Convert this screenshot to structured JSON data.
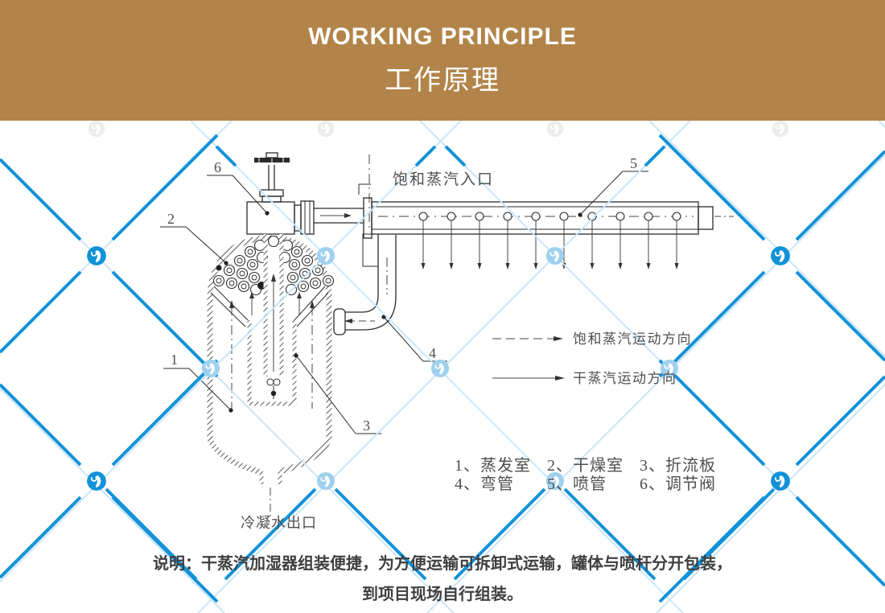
{
  "header": {
    "title_en": "WORKING PRINCIPLE",
    "title_zh": "工作原理"
  },
  "diagram": {
    "inlet_label": "饱和蒸汽入口",
    "outlet_label": "冷凝水出口",
    "callouts": {
      "n1": "1",
      "n2": "2",
      "n3": "3",
      "n4": "4",
      "n5": "5",
      "n6": "6"
    },
    "legend": [
      {
        "style": "dashed",
        "label": "饱和蒸汽运动方向"
      },
      {
        "style": "solid",
        "label": "干蒸汽运动方向"
      }
    ],
    "parts": [
      "1、蒸发室",
      "2、干燥室",
      "3、折流板",
      "4、弯管",
      "5、喷管",
      "6、调节阀"
    ]
  },
  "caption": {
    "line1": "说明：干蒸汽加湿器组装便捷，为方便运输可拆卸式运输，罐体与喷杆分开包装，",
    "line2": "到项目现场自行组装。"
  },
  "colors": {
    "header_bg": "#b28449",
    "watermark_strong": "#1192d9",
    "watermark_light": "#9fd1ef",
    "ink": "#2b2b2b"
  }
}
